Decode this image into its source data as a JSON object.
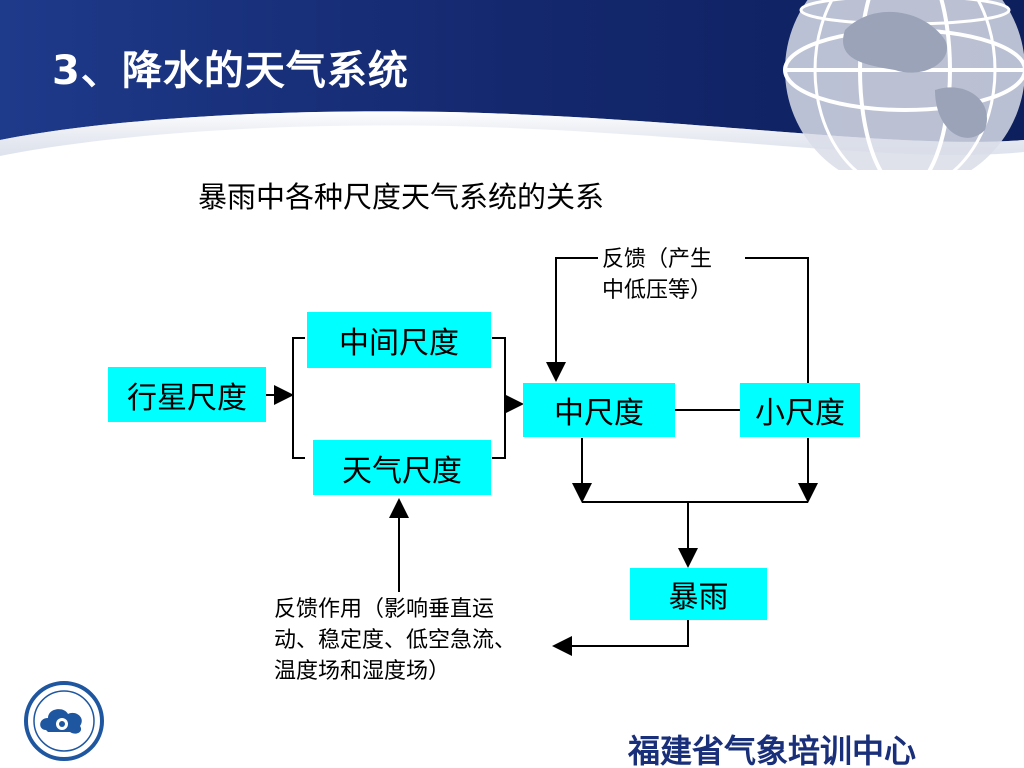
{
  "slide": {
    "title": "3、降水的天气系统",
    "subtitle": "暴雨中各种尺度天气系统的关系",
    "footer": "福建省气象培训中心"
  },
  "diagram": {
    "nodes": {
      "planetary": "行星尺度",
      "meso_inter": "中间尺度",
      "synoptic": "天气尺度",
      "mesoscale": "中尺度",
      "smallscale": "小尺度",
      "rainstorm": "暴雨"
    },
    "notes": {
      "feedback_top": "反馈（产生\n中低压等）",
      "feedback_bottom": "反馈作用（影响垂直运\n动、稳定度、低空急流、\n温度场和湿度场）"
    }
  },
  "colors": {
    "header_dark": "#0d1f5c",
    "header_mid": "#1e3a8a",
    "box_fill": "#00ffff",
    "footer_text": "#1a2f7a"
  },
  "icons": [
    "globe-icon",
    "meteorological-logo-icon"
  ]
}
